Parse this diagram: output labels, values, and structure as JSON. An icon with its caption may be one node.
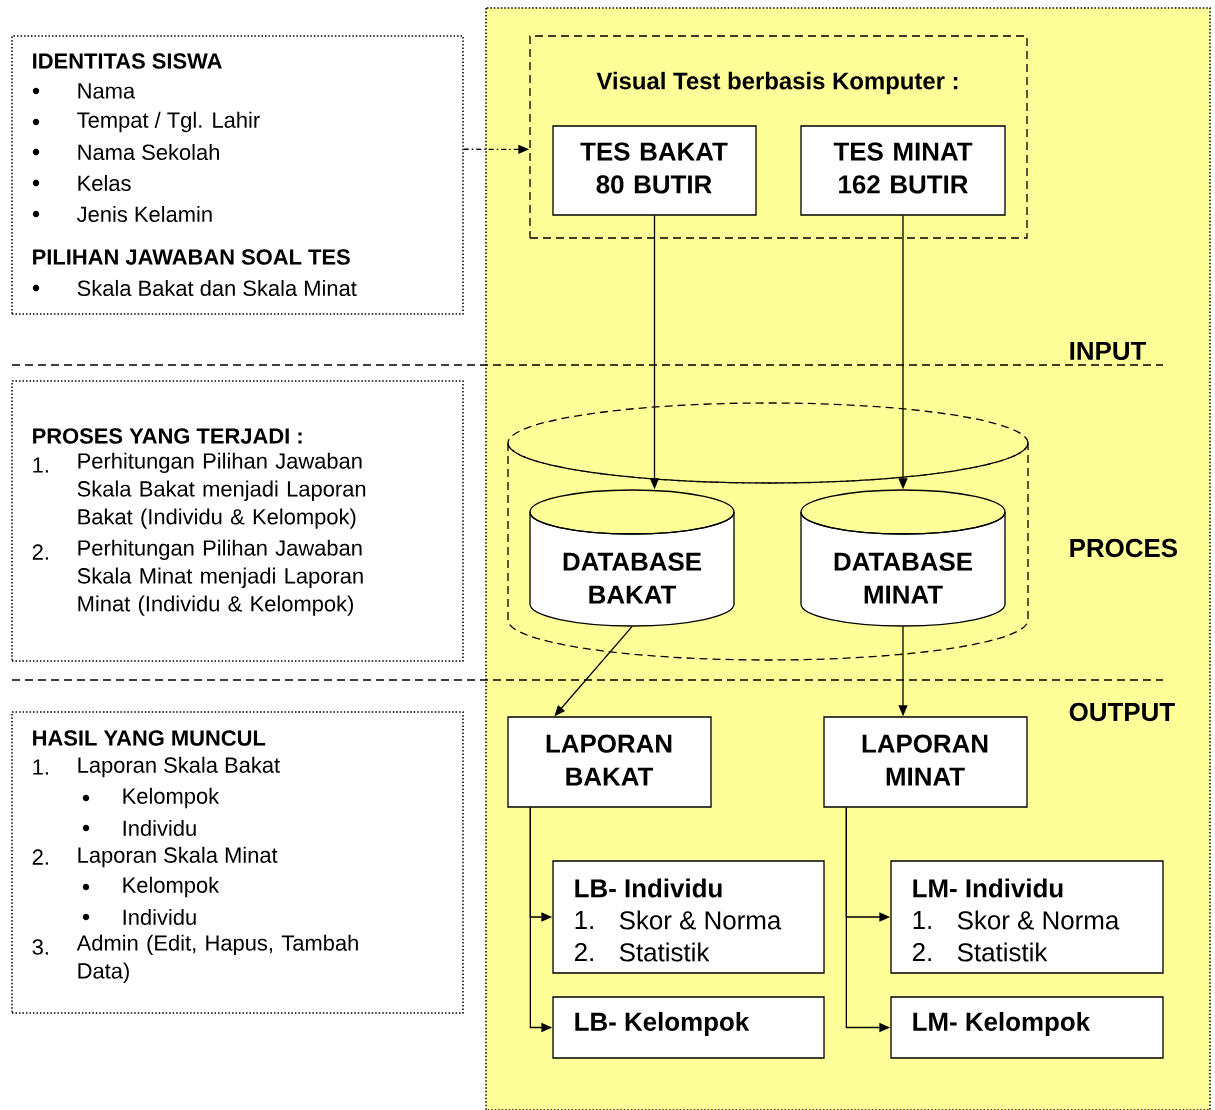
{
  "diagram": {
    "nodes": [
      {
        "text": [
          "IDENTITAS SISWA",
          "Nama",
          "Tempat / Tgl. Lahir",
          "Nama Sekolah",
          "Kelas",
          "Jenis Kelamin",
          "PILIHAN JAWABAN SOAL TES",
          "Skala Bakat dan Skala Minat"
        ]
      },
      {
        "text": [
          "PROSES YANG TERJADI :",
          "1.",
          "Perhitungan Pilihan Jawaban Skala Bakat menjadi Laporan Bakat (Individu & Kelompok)",
          "2.",
          "Perhitungan Pilihan Jawaban Skala Minat menjadi Laporan Minat (Individu & Kelompok)"
        ]
      },
      {
        "text": [
          "HASIL YANG MUNCUL",
          "1.",
          "Laporan Skala Bakat",
          "Kelompok",
          "Individu",
          "2.",
          "Laporan Skala Minat",
          "Kelompok",
          "Individu",
          "3.",
          "Admin (Edit, Hapus, Tambah Data)"
        ]
      },
      {
        "text": [
          "Visual Test berbasis Komputer :"
        ]
      },
      {
        "text": [
          "TES BAKAT 80 BUTIR"
        ],
        "in": 3
      },
      {
        "text": [
          "TES MINAT 162 BUTIR"
        ],
        "in": 3
      },
      {
        "text": [],
        "shape": "cylinder"
      },
      {
        "text": [
          "DATABASE BAKAT"
        ],
        "in": 6
      },
      {
        "text": [
          "DATABASE MINAT"
        ],
        "in": 6
      },
      {
        "text": [
          "LAPORAN BAKAT"
        ]
      },
      {
        "text": [
          "LAPORAN MINAT"
        ]
      },
      {
        "text": [
          "LB- Individu",
          "1.",
          "Skor & Norma",
          "2.",
          "Statistik"
        ]
      },
      {
        "text": [
          "LB- Kelompok"
        ]
      },
      {
        "text": [
          "LM- Individu",
          "1.",
          "Skor & Norma",
          "2.",
          "Statistik"
        ]
      },
      {
        "text": [
          "LM- Kelompok"
        ]
      }
    ],
    "edges": [
      {
        "from": 0,
        "to": 3,
        "arrow": "to",
        "style": "dashed"
      },
      {
        "from": 4,
        "to": 7,
        "arrow": "to"
      },
      {
        "from": 5,
        "to": 8,
        "arrow": "to"
      },
      {
        "from": 7,
        "to": 9,
        "arrow": "to"
      },
      {
        "from": 8,
        "to": 10,
        "arrow": "to"
      },
      {
        "from": 9,
        "to": 11,
        "arrow": "to"
      },
      {
        "from": 9,
        "to": 12,
        "arrow": "to"
      },
      {
        "from": 10,
        "to": 13,
        "arrow": "to"
      },
      {
        "from": 10,
        "to": 14,
        "arrow": "to"
      }
    ],
    "labels": [
      "INPUT",
      "PROCES",
      "OUTPUT"
    ]
  }
}
